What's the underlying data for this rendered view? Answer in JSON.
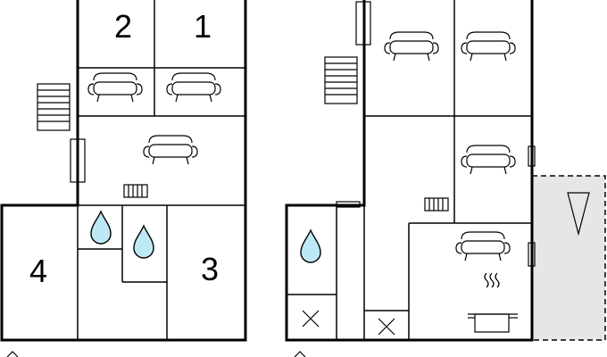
{
  "floor_plan": {
    "left_floor": {
      "rooms": [
        {
          "id": "room-2",
          "label": "2"
        },
        {
          "id": "room-1",
          "label": "1"
        },
        {
          "id": "room-4",
          "label": "4"
        },
        {
          "id": "room-3",
          "label": "3"
        }
      ]
    },
    "icon_names": {
      "sofa": "sofa-icon",
      "stairs": "stairs-icon",
      "radiator": "radiator-icon",
      "water_drop": "water-drop-icon",
      "cross": "cross-icon",
      "pot": "cooking-pot-icon",
      "door": "door-icon",
      "terrace_marker": "triangle-marker-icon"
    },
    "colors": {
      "water_drop": "#bde9f5",
      "terrace": "#e6e6e6",
      "walls": "#000000"
    }
  }
}
